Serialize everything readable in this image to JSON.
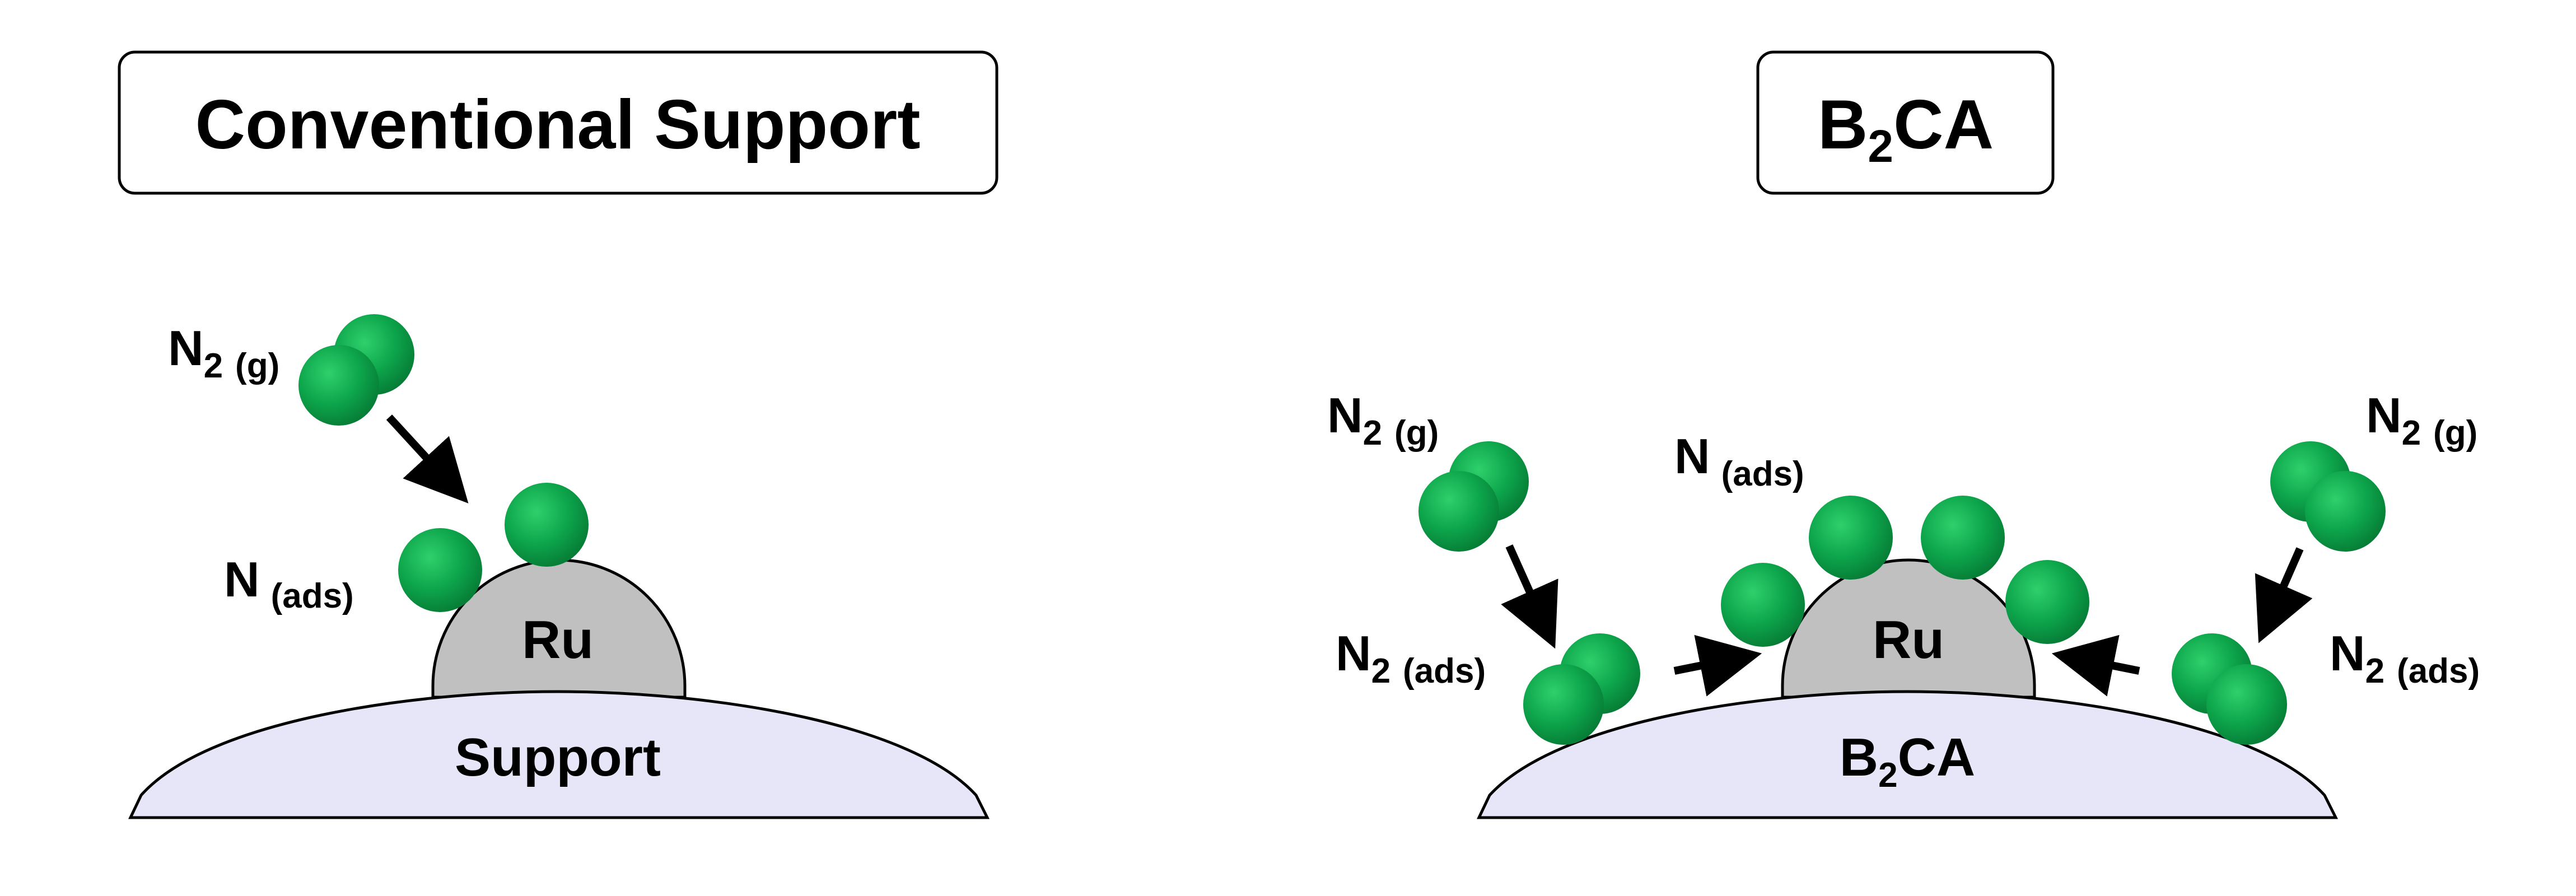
{
  "colors": {
    "atom": "#0a9a45",
    "atom_highlight": "#2fd06c",
    "ru_fill": "#c0c0c0",
    "support_fill": "#e6e6f8",
    "outline": "#000000"
  },
  "left_panel": {
    "title": "Conventional Support",
    "ru_label": "Ru",
    "support_label": "Support",
    "n2_gas": {
      "main": "N",
      "sub_digit": "2",
      "state": "(g)"
    },
    "n_ads": {
      "main": "N",
      "state": "(ads)"
    }
  },
  "right_panel": {
    "title": {
      "main": "B",
      "sub_digit": "2",
      "rest": "CA"
    },
    "ru_label": "Ru",
    "support_label": {
      "main": "B",
      "sub_digit": "2",
      "rest": "CA"
    },
    "n2_gas_left": {
      "main": "N",
      "sub_digit": "2",
      "state": "(g)"
    },
    "n2_gas_right": {
      "main": "N",
      "sub_digit": "2",
      "state": "(g)"
    },
    "n_ads": {
      "main": "N",
      "state": "(ads)"
    },
    "n2_ads_left": {
      "main": "N",
      "sub_digit": "2",
      "state": "(ads)"
    },
    "n2_ads_right": {
      "main": "N",
      "sub_digit": "2",
      "state": "(ads)"
    }
  }
}
